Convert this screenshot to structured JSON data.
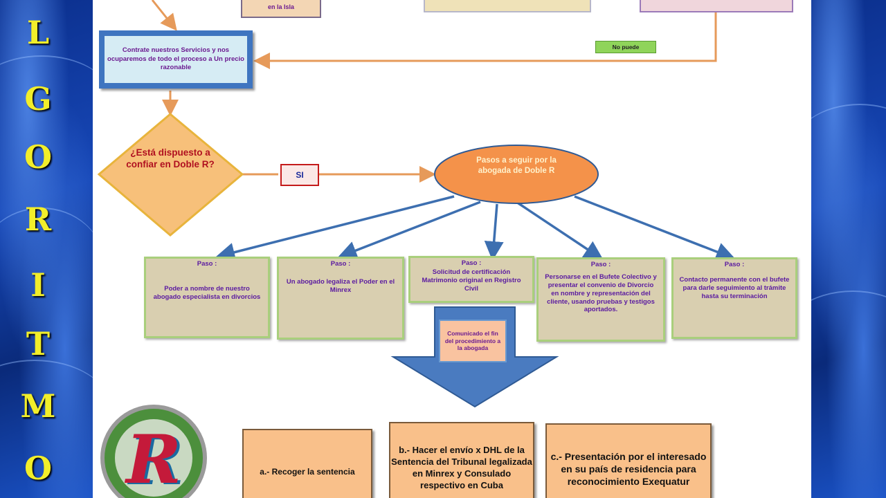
{
  "side_title": {
    "letters": [
      "L",
      "G",
      "O",
      "R",
      "I",
      "T",
      "M",
      "O"
    ]
  },
  "top_boxes": {
    "box1_text": "en la Isla",
    "box2_text": "",
    "box3_text": ""
  },
  "contract_box": {
    "text": "Contrate nuestros Servicios y nos ocuparemos de todo el proceso a Un precio razonable"
  },
  "no_puede_label": "No puede",
  "decision": {
    "text": "¿Está dispuesto a confiar en Doble R?"
  },
  "si_label": "SI",
  "steps_ellipse": {
    "text": "Pasos a seguir por la abogada de Doble R"
  },
  "steps": [
    {
      "title": "Paso :",
      "text": "Poder a nombre de nuestro abogado especialista en divorcios"
    },
    {
      "title": "Paso :",
      "text": "Un abogado legaliza el Poder en el Minrex"
    },
    {
      "title": "Paso :",
      "text": "Solicitud de certificación Matrimonio original en Registro Civil"
    },
    {
      "title": "Paso :",
      "text": "Personarse en el Bufete Colectivo y presentar el convenio de Divorcio en nombre y representación del cliente, usando pruebas y testigos aportados."
    },
    {
      "title": "Paso :",
      "text": "Contacto permanente con el bufete para darle seguimiento al trámite hasta su terminación"
    }
  ],
  "arrow_box": {
    "text": "Comunicado el fin del procedimiento a la abogada"
  },
  "bottom_boxes": [
    {
      "text": "a.- Recoger la sentencia"
    },
    {
      "text": "b.- Hacer el envío x DHL de la Sentencia del Tribunal legalizada en Minrex y Consulado respectivo en Cuba"
    },
    {
      "text": "c.- Presentación por el interesado en su país de residencia para reconocimiento Exequatur"
    }
  ],
  "logo": {
    "letter": "R"
  },
  "colors": {
    "background_blue": "#1748b8",
    "side_letter_yellow": "#f2ee2a",
    "step_box_fill": "#d9cfb0",
    "step_box_border": "#a9cf7c",
    "step_text_purple": "#5a1aa0",
    "ellipse_fill": "#f4924a",
    "diamond_fill": "#f7c07a",
    "decision_text": "#b01020",
    "arrow_blue": "#3d6fb0",
    "bottom_box_fill": "#f9c08a",
    "no_puede_green": "#8fd45a"
  }
}
